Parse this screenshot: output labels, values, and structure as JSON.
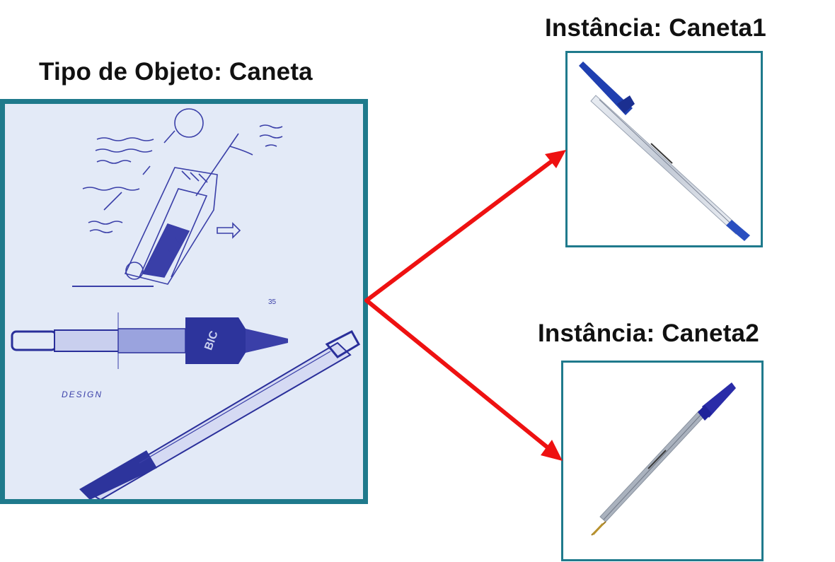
{
  "type_object": {
    "title": "Tipo de Objeto: Caneta",
    "sketch": {
      "design_label": "DESIGN",
      "page_number": "35",
      "pen_brand": "BIC"
    }
  },
  "instances": [
    {
      "title": "Instância: Caneta1"
    },
    {
      "title": "Instância: Caneta2"
    }
  ],
  "colors": {
    "frame": "#1f7a8c",
    "arrow": "#ee1111",
    "sketch_bg": "#e3eaf7",
    "sketch_ink": "#3a3fa8",
    "pen_cap_blue": "#1f3fb0"
  }
}
